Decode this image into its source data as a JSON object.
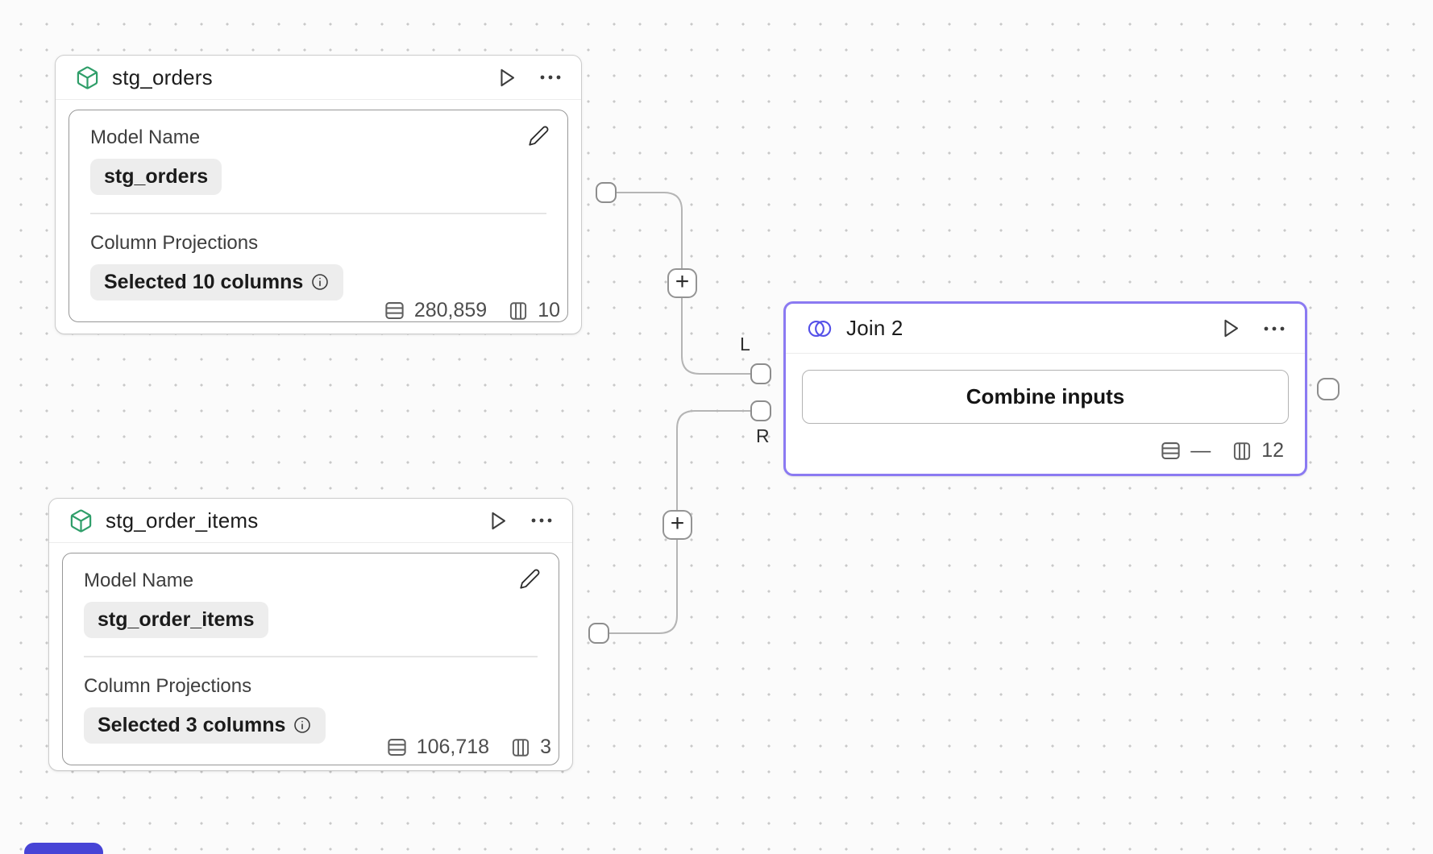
{
  "ui": {
    "plus": "+"
  },
  "canvas": {
    "background": "#fbfbfb",
    "dot_color": "#c9c9c9",
    "selected_border_color": "#8b7af2",
    "bottom_left_fragment_color": "#4744d6"
  },
  "nodes": [
    {
      "id": "stg_orders",
      "type": "model",
      "icon": "box-icon",
      "icon_color": "#2f9e69",
      "title": "stg_orders",
      "header_icons": [
        "play-icon",
        "ellipsis-icon"
      ],
      "fields": [
        {
          "label": "Model Name",
          "value": "stg_orders",
          "editable": true
        },
        {
          "label": "Column Projections",
          "value": "Selected 10 columns",
          "info": true
        }
      ],
      "stats": {
        "rows": "280,859",
        "columns": "10"
      }
    },
    {
      "id": "stg_order_items",
      "type": "model",
      "icon": "box-icon",
      "icon_color": "#2f9e69",
      "title": "stg_order_items",
      "header_icons": [
        "play-icon",
        "ellipsis-icon"
      ],
      "fields": [
        {
          "label": "Model Name",
          "value": "stg_order_items",
          "editable": true
        },
        {
          "label": "Column Projections",
          "value": "Selected 3 columns",
          "info": true
        }
      ],
      "stats": {
        "rows": "106,718",
        "columns": "3"
      }
    },
    {
      "id": "join_2",
      "type": "join",
      "icon": "join-icon",
      "icon_color": "#5450e8",
      "title": "Join 2",
      "header_icons": [
        "play-icon",
        "ellipsis-icon"
      ],
      "button_label": "Combine inputs",
      "input_labels": {
        "left": "L",
        "right": "R"
      },
      "stats": {
        "rows": "—",
        "columns": "12"
      }
    }
  ]
}
